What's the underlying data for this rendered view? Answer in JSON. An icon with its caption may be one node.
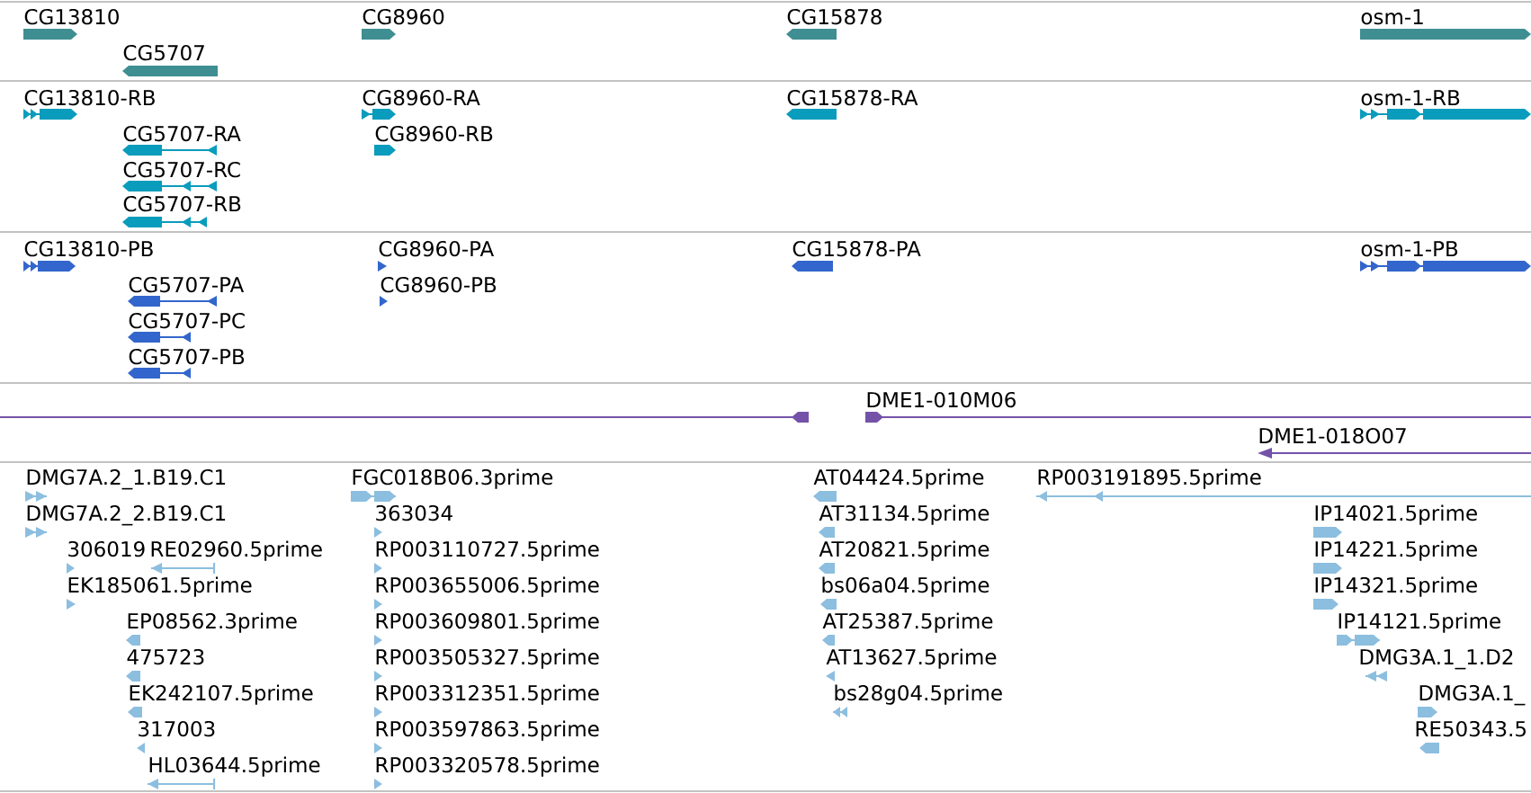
{
  "diagram": {
    "nodes": [
      {
        "text": [
          "CG13810"
        ]
      },
      {
        "text": [
          "CG8960"
        ]
      },
      {
        "text": [
          "CG15878"
        ]
      },
      {
        "text": [
          "osm-1"
        ]
      },
      {
        "text": [
          "CG5707"
        ]
      },
      {
        "text": [
          "CG13810-RB"
        ]
      },
      {
        "text": [
          "CG8960-RA"
        ]
      },
      {
        "text": [
          "CG15878-RA"
        ]
      },
      {
        "text": [
          "osm-1-RB"
        ]
      },
      {
        "text": [
          "CG5707-RA"
        ]
      },
      {
        "text": [
          "CG8960-RB"
        ]
      },
      {
        "text": [
          "CG5707-RC"
        ]
      },
      {
        "text": [
          "CG5707-RB"
        ]
      },
      {
        "text": [
          "CG13810-PB"
        ]
      },
      {
        "text": [
          "CG8960-PA"
        ]
      },
      {
        "text": [
          "CG15878-PA"
        ]
      },
      {
        "text": [
          "osm-1-PB"
        ]
      },
      {
        "text": [
          "CG5707-PA"
        ]
      },
      {
        "text": [
          "CG8960-PB"
        ]
      },
      {
        "text": [
          "CG5707-PC"
        ]
      },
      {
        "text": [
          "CG5707-PB"
        ]
      },
      {
        "text": [
          "DME1-010M06"
        ]
      },
      {
        "text": [
          "DME1-018O07"
        ]
      },
      {
        "text": [
          "DMG7A.2_1.B19.C1"
        ]
      },
      {
        "text": [
          "FGC018B06.3prime"
        ]
      },
      {
        "text": [
          "AT04424.5prime"
        ]
      },
      {
        "text": [
          "RP003191895.5prime"
        ]
      },
      {
        "text": [
          "DMG7A.2_2.B19.C1"
        ]
      },
      {
        "text": [
          "363034"
        ]
      },
      {
        "text": [
          "AT31134.5prime"
        ]
      },
      {
        "text": [
          "IP14021.5prime"
        ]
      },
      {
        "text": [
          "306019"
        ]
      },
      {
        "text": [
          "RE02960.5prime"
        ]
      },
      {
        "text": [
          "RP003110727.5prime"
        ]
      },
      {
        "text": [
          "AT20821.5prime"
        ]
      },
      {
        "text": [
          "IP14221.5prime"
        ]
      },
      {
        "text": [
          "EK185061.5prime"
        ]
      },
      {
        "text": [
          "RP003655006.5prime"
        ]
      },
      {
        "text": [
          "bs06a04.5prime"
        ]
      },
      {
        "text": [
          "IP14321.5prime"
        ]
      },
      {
        "text": [
          "EP08562.3prime"
        ]
      },
      {
        "text": [
          "RP003609801.5prime"
        ]
      },
      {
        "text": [
          "AT25387.5prime"
        ]
      },
      {
        "text": [
          "IP14121.5prime"
        ]
      },
      {
        "text": [
          "475723"
        ]
      },
      {
        "text": [
          "RP003505327.5prime"
        ]
      },
      {
        "text": [
          "AT13627.5prime"
        ]
      },
      {
        "text": [
          "DMG3A.1_1.D2"
        ]
      },
      {
        "text": [
          "EK242107.5prime"
        ]
      },
      {
        "text": [
          "RP003312351.5prime"
        ]
      },
      {
        "text": [
          "bs28g04.5prime"
        ]
      },
      {
        "text": [
          "DMG3A.1_"
        ]
      },
      {
        "text": [
          "317003"
        ]
      },
      {
        "text": [
          "RP003597863.5prime"
        ]
      },
      {
        "text": [
          "RE50343.5"
        ]
      },
      {
        "text": [
          "HL03644.5prime"
        ]
      },
      {
        "text": [
          "RP003320578.5prime"
        ]
      }
    ]
  }
}
